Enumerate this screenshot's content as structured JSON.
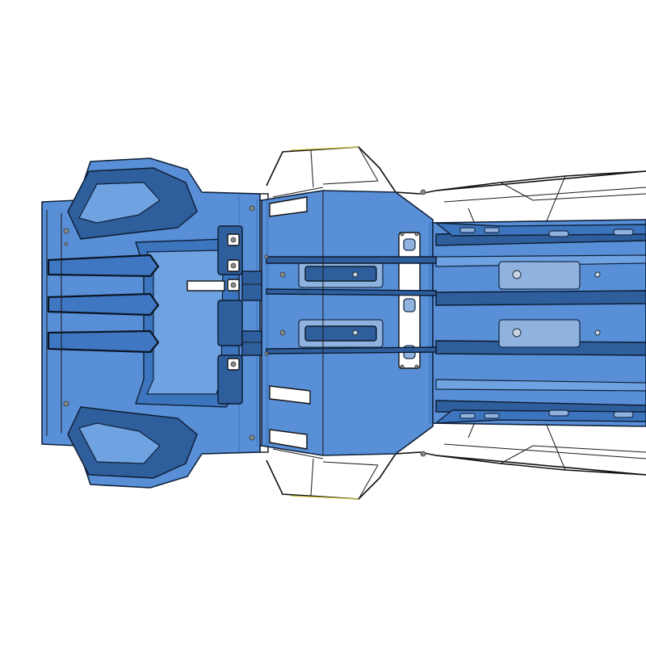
{
  "drawing": {
    "colors": {
      "skid_plate": "#4a86d4",
      "skid_plate_dark": "#2f5e9c",
      "outline": "#111111",
      "frame_rail": "#ffffff",
      "accent_edge": "#c9c23a"
    },
    "parts": {
      "front_bash_plate": "front-skid-plate",
      "engine_skid_plate": "engine-skid-plate",
      "transmission_skid_plate": "transmission-skid-plate",
      "frame_rails": "frame-rails",
      "body_outline": "body-outline"
    }
  }
}
